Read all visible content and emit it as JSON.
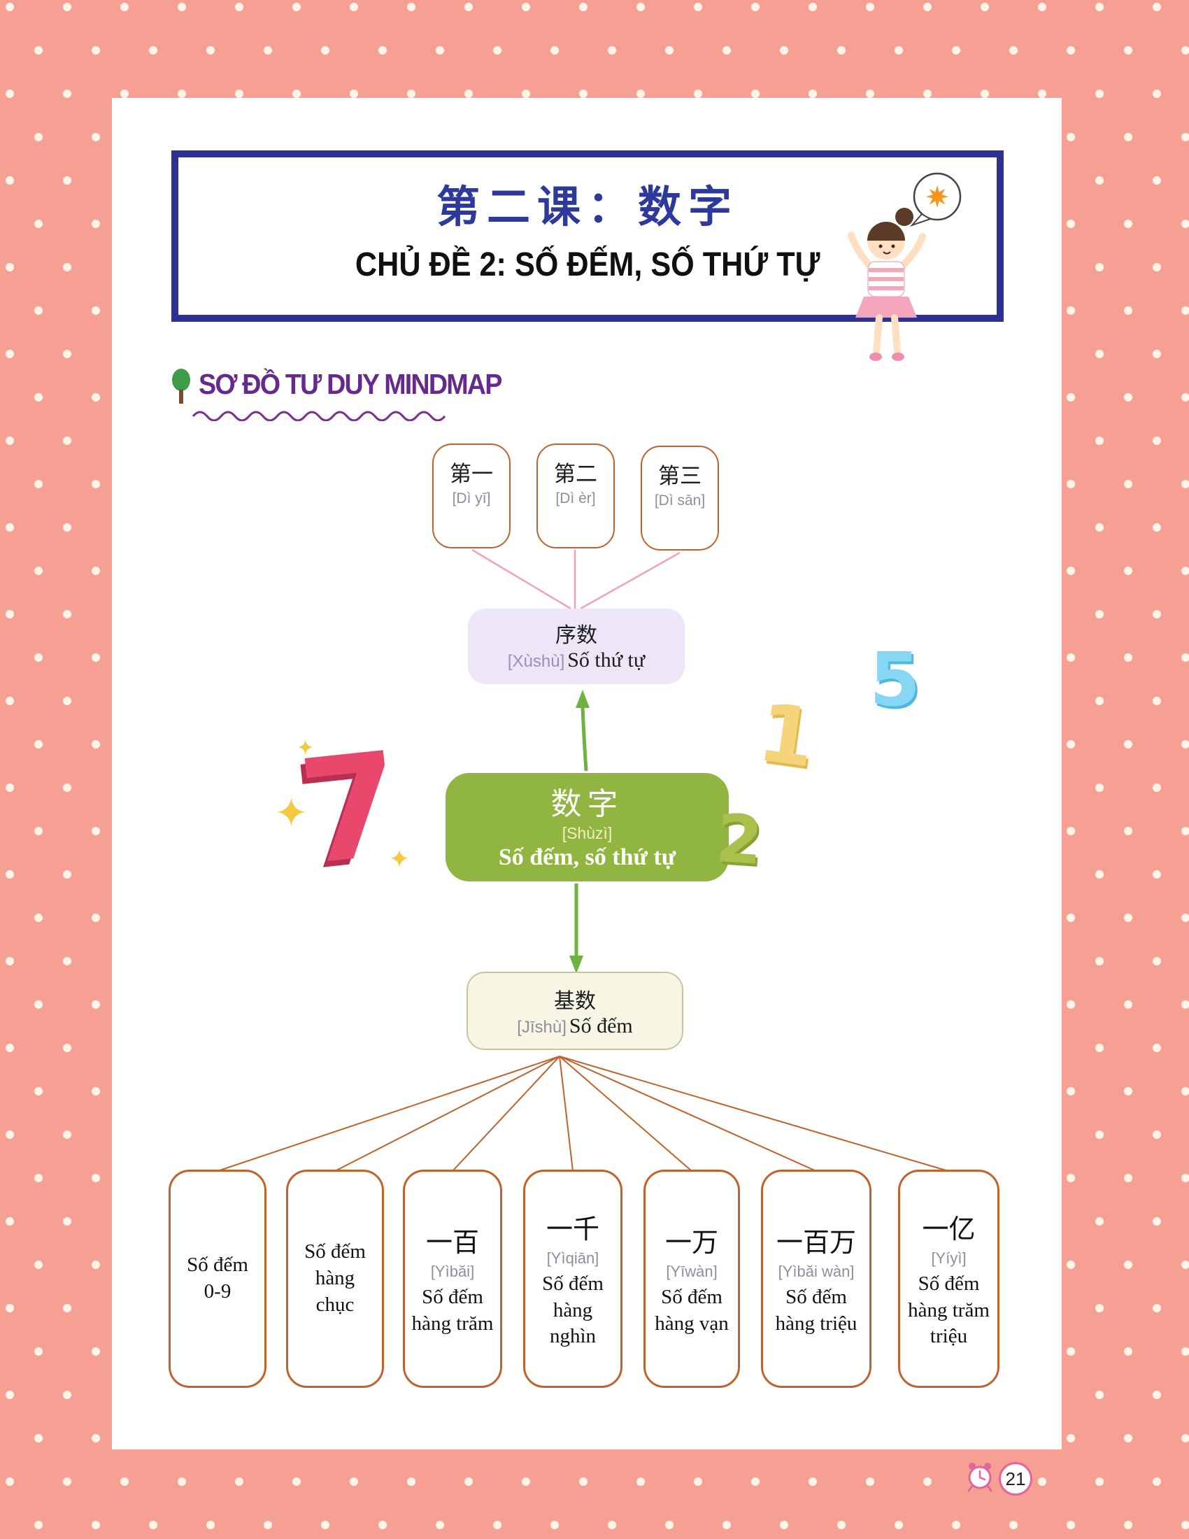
{
  "colors": {
    "page_pink": "#F5A093",
    "title_border_blue": "#2E3192",
    "title_text_blue": "#2D3A9B",
    "section_purple": "#66298E",
    "root_node_green": "#90B540",
    "box_border_orange": "#C0622B",
    "ordinal_fill_lavender": "#EDE6F6",
    "cardinal_fill_cream": "#F7F5E4",
    "connector_pink": "#F2A0C2",
    "arrow_green": "#6CB33F",
    "badge_pink": "#E2659B"
  },
  "header": {
    "title_zh": "第二课：数字",
    "title_vi": "CHỦ ĐỀ 2: SỐ ĐẾM, SỐ THỨ TỰ"
  },
  "section": {
    "label": "SƠ ĐỒ TƯ DUY MINDMAP"
  },
  "mindmap": {
    "ordinals": [
      {
        "zh": "第一",
        "pinyin": "[Dì yī]"
      },
      {
        "zh": "第二",
        "pinyin": "[Dì èr]"
      },
      {
        "zh": "第三",
        "pinyin": "[Dì sān]"
      }
    ],
    "ordinal_node": {
      "zh": "序数",
      "pinyin": "[Xùshù]",
      "vi": "Số thứ tự"
    },
    "root_node": {
      "zh": "数字",
      "pinyin": "[Shùzì]",
      "vi": "Số đếm, số thứ tự"
    },
    "cardinal_node": {
      "zh": "基数",
      "pinyin": "[Jīshù]",
      "vi": "Số đếm"
    },
    "decorations": [
      {
        "char": "7",
        "color": "#E8486C"
      },
      {
        "char": "1",
        "color": "#F6D47A"
      },
      {
        "char": "5",
        "color": "#86D7F3"
      },
      {
        "char": "2",
        "color": "#A9C14C"
      }
    ],
    "sparkle_glyph": "✦",
    "leaves": [
      {
        "zh": "",
        "pinyin": "",
        "vi": "Số đếm 0-9"
      },
      {
        "zh": "",
        "pinyin": "",
        "vi": "Số đếm hàng chục"
      },
      {
        "zh": "一百",
        "pinyin": "[Yìbăi]",
        "vi": "Số đếm hàng trăm"
      },
      {
        "zh": "一千",
        "pinyin": "[Yìqiān]",
        "vi": "Số đếm hàng nghìn"
      },
      {
        "zh": "一万",
        "pinyin": "[Yīwàn]",
        "vi": "Số đếm hàng vạn"
      },
      {
        "zh": "一百万",
        "pinyin": "[Yìbăi wàn]",
        "vi": "Số đếm hàng triệu"
      },
      {
        "zh": "一亿",
        "pinyin": "[Yíyì]",
        "vi": "Số đếm hàng trăm triệu"
      }
    ]
  },
  "footer": {
    "page_number": "21"
  }
}
